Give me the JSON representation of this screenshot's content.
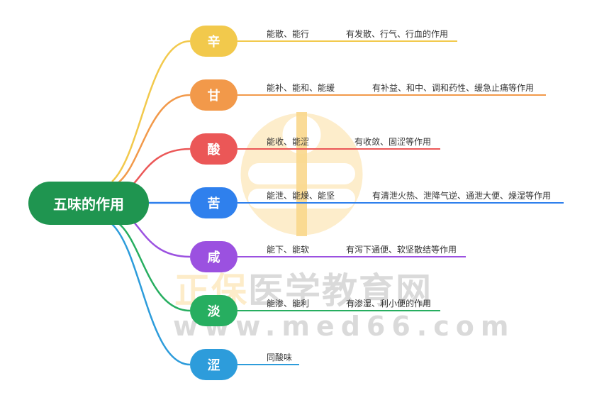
{
  "root": {
    "label": "五味的作用",
    "color": "#1f9550"
  },
  "branches": [
    {
      "flavor": "辛",
      "ability": "能散、能行",
      "effect": "有发散、行气、行血的作用",
      "color": "#f2c94c"
    },
    {
      "flavor": "甘",
      "ability": "能补、能和、能缓",
      "effect": "有补益、和中、调和药性、缓急止痛等作用",
      "color": "#f2994a"
    },
    {
      "flavor": "酸",
      "ability": "能收、能涩",
      "effect": "有收敛、固涩等作用",
      "color": "#eb5757"
    },
    {
      "flavor": "苦",
      "ability": "能泄、能燥、能坚",
      "effect": "有清泄火热、泄降气逆、通泄大便、燥湿等作用",
      "color": "#2f80ed"
    },
    {
      "flavor": "咸",
      "ability": "能下、能软",
      "effect": "有泻下通便、软坚散结等作用",
      "color": "#9b51e0"
    },
    {
      "flavor": "淡",
      "ability": "能渗、能利",
      "effect": "有渗湿、利小便的作用",
      "color": "#27ae60"
    },
    {
      "flavor": "涩",
      "ability": "同酸味",
      "effect": "",
      "color": "#2d9cdb"
    }
  ],
  "watermark": {
    "name_orange": "正保",
    "name_gray": "医学教育网",
    "url": "www.med66.com"
  }
}
